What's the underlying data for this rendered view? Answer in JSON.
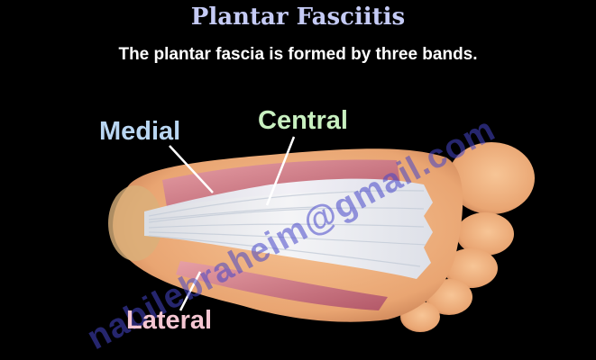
{
  "title": "Plantar Fasciitis",
  "subtitle": "The plantar fascia is formed by three bands.",
  "labels": {
    "medial": "Medial",
    "central": "Central",
    "lateral": "Lateral"
  },
  "watermark": "nabilebraheim@gmail.com",
  "colors": {
    "background": "#000000",
    "title": "#c5cbf5",
    "medial": "#b9d6f2",
    "central": "#c8f0c0",
    "lateral": "#f5c6d2",
    "skin": "#f0b07c",
    "muscle": "#c8707c",
    "fascia": "#eef2fa"
  }
}
